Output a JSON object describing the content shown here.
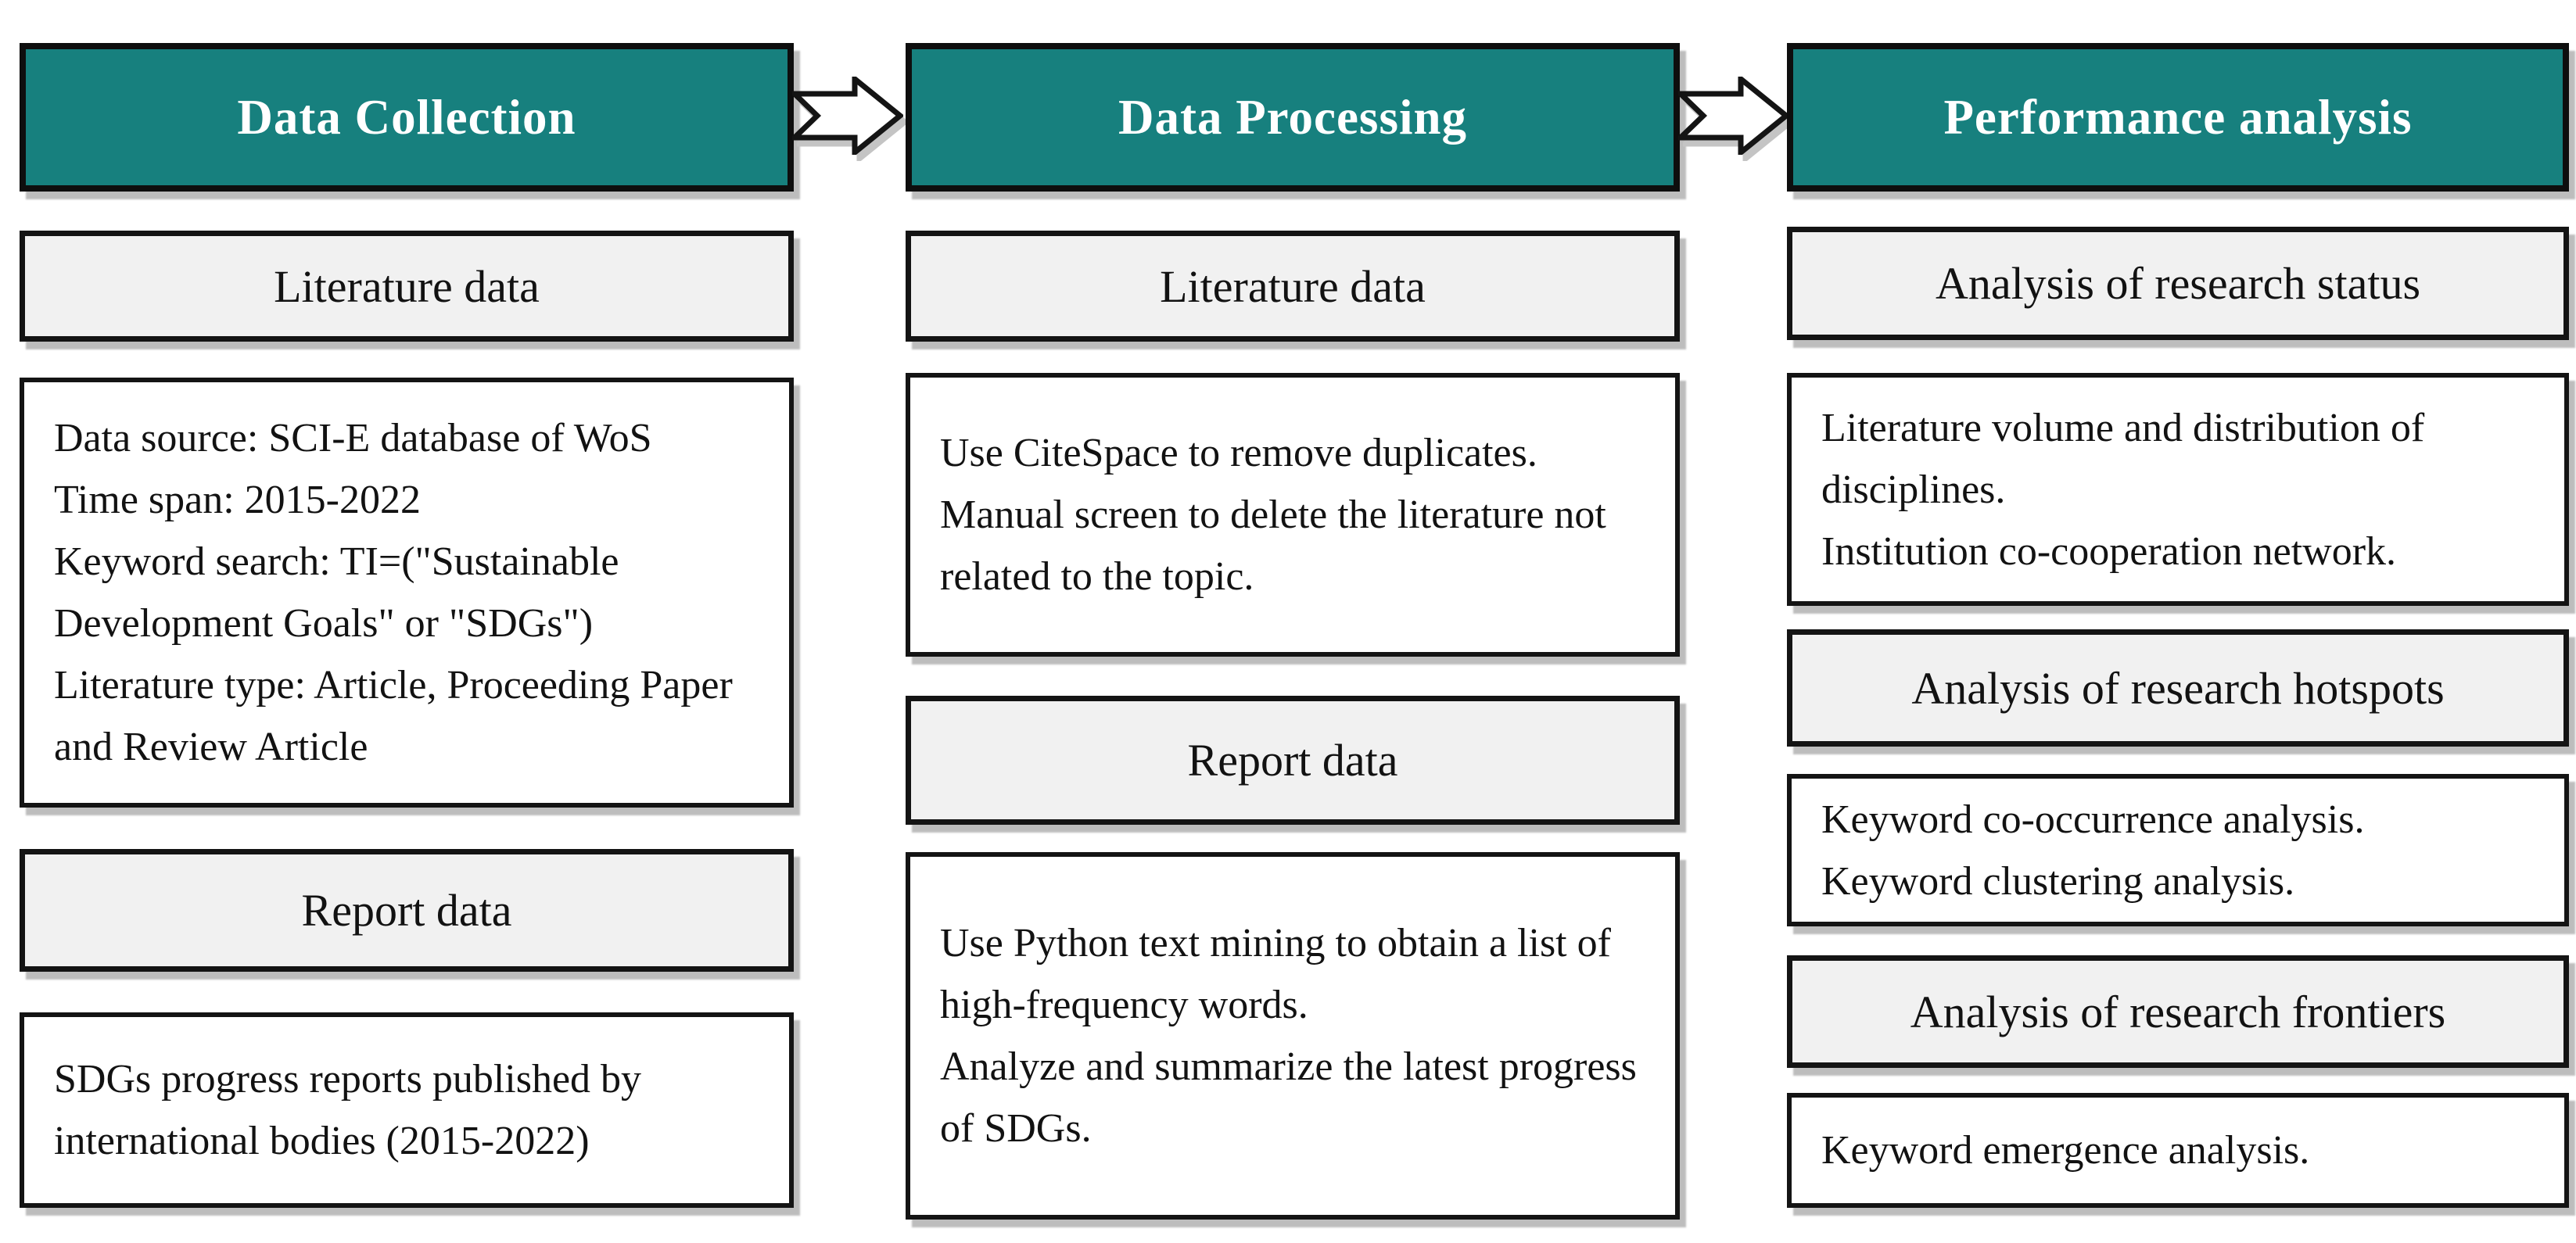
{
  "figure": {
    "type": "flow-diagram",
    "colors": {
      "stage_header_bg": "#17807E",
      "stage_header_text": "#FFFFFF",
      "label_box_bg": "#F1F1F1",
      "content_box_bg": "#FFFFFF",
      "box_border": "#141414",
      "shadow": "#BDBDBD"
    },
    "arrow_icon": "right-block-arrow"
  },
  "columns": [
    {
      "header": "Data Collection",
      "boxes": [
        {
          "kind": "label",
          "text": "Literature data"
        },
        {
          "kind": "content",
          "lines": [
            "Data source: SCI-E database of WoS",
            "Time span: 2015-2022",
            "Keyword search: TI=(\"Sustainable Development Goals\" or \"SDGs\")",
            "Literature type: Article, Proceeding Paper and Review Article"
          ]
        },
        {
          "kind": "label",
          "text": "Report data"
        },
        {
          "kind": "content",
          "lines": [
            "SDGs progress reports published by international bodies (2015-2022)"
          ]
        }
      ]
    },
    {
      "header": "Data Processing",
      "boxes": [
        {
          "kind": "label",
          "text": "Literature data"
        },
        {
          "kind": "content",
          "lines": [
            "Use CiteSpace to remove duplicates.",
            "Manual screen to delete the literature not related to the topic."
          ]
        },
        {
          "kind": "label",
          "text": "Report data"
        },
        {
          "kind": "content",
          "lines": [
            "Use Python text mining to obtain a list of high-frequency words.",
            "Analyze and summarize the latest progress of SDGs."
          ]
        }
      ]
    },
    {
      "header": "Performance analysis",
      "boxes": [
        {
          "kind": "label",
          "text": "Analysis of research status"
        },
        {
          "kind": "content",
          "lines": [
            "Literature volume and distribution of disciplines.",
            "Institution co-cooperation network."
          ]
        },
        {
          "kind": "label",
          "text": "Analysis of research hotspots"
        },
        {
          "kind": "content",
          "lines": [
            "Keyword co-occurrence analysis.",
            "Keyword clustering analysis."
          ]
        },
        {
          "kind": "label",
          "text": "Analysis of research frontiers"
        },
        {
          "kind": "content",
          "lines": [
            "Keyword emergence analysis."
          ]
        }
      ]
    }
  ]
}
